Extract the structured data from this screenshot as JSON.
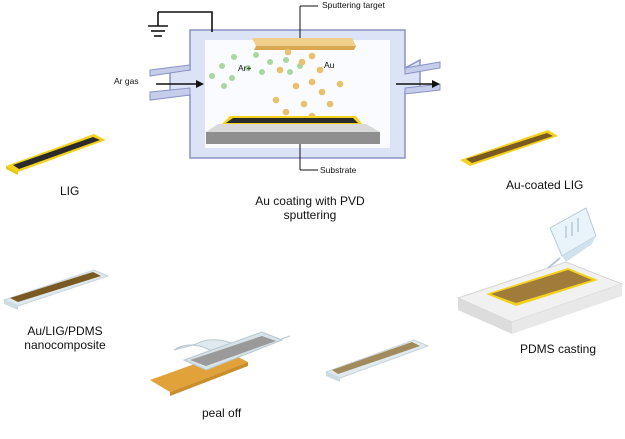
{
  "diagram": {
    "chamber_labels": {
      "target": "Sputtering target",
      "argon_inlet": "Ar gas",
      "argon_ion": "Ar+",
      "gold": "Au",
      "substrate": "Substrate"
    },
    "process_title": "Au coating with PVD sputtering",
    "steps": [
      {
        "label": "LIG"
      },
      {
        "label": "Au-coated LIG"
      },
      {
        "label": "PDMS casting"
      },
      {
        "label": "peal off"
      },
      {
        "label": "Au/LIG/PDMS nanocomposite"
      }
    ],
    "colors": {
      "chamber_fill": "#dde3f6",
      "chamber_stroke": "#8a93c4",
      "gold": "#e9c06b",
      "gold_dark": "#c98f2c",
      "argon": "#a9d7a0",
      "lig": "#2b2b2b",
      "au_lig": "#7a5a22",
      "pdms": "#dfe9ee",
      "yellow_border": "#f2d21c"
    }
  }
}
